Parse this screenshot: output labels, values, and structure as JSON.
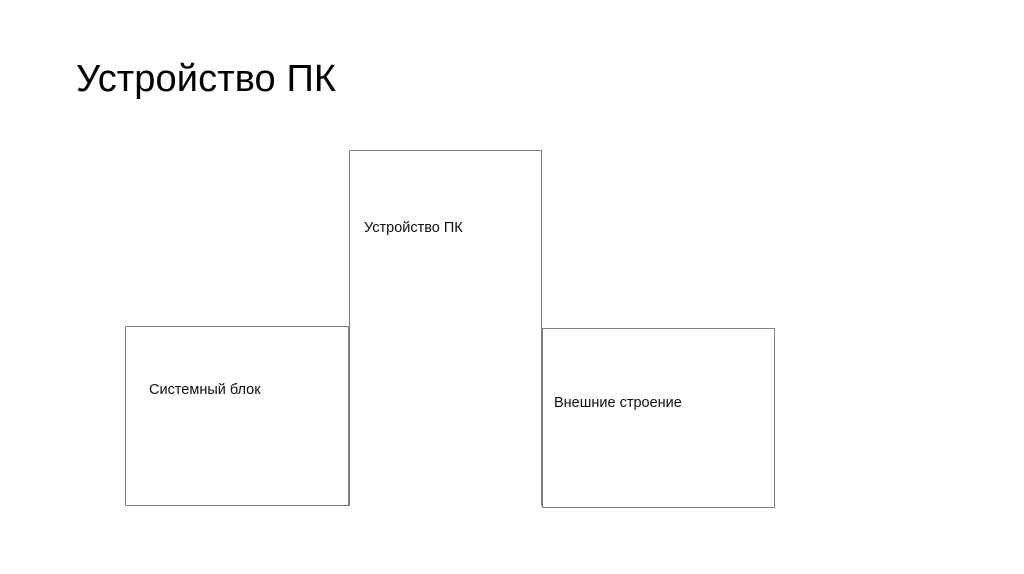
{
  "slide": {
    "title": "Устройство ПК",
    "background_color": "#ffffff",
    "text_color": "#000000",
    "outline_color": "#808080"
  },
  "diagram": {
    "type": "hierarchy",
    "nodes": [
      {
        "id": "root",
        "label": "Устройство ПК",
        "position": "top-center"
      },
      {
        "id": "child-1",
        "label": "Системный блок",
        "position": "bottom-left"
      },
      {
        "id": "child-2",
        "label": "Внешние строение",
        "position": "bottom-right"
      }
    ]
  }
}
